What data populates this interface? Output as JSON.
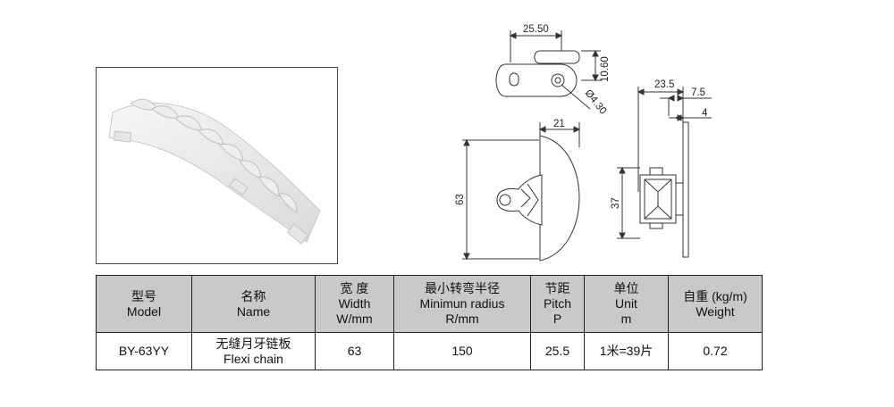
{
  "dimensions": {
    "top_length": "25.50",
    "top_height": "10.60",
    "hole_dia": "Ø4.30",
    "overall_depth": "23.5",
    "tab_width": "7.5",
    "tab_thickness": "4",
    "side_width": "21",
    "height_63": "63",
    "height_37": "37"
  },
  "table": {
    "headers": [
      {
        "cn": "型号",
        "en": "Model",
        "en2": ""
      },
      {
        "cn": "名称",
        "en": "Name",
        "en2": ""
      },
      {
        "cn": "宽 度",
        "en": "Width",
        "en2": "W/mm"
      },
      {
        "cn": "最小转弯半径",
        "en": "Minimun radius",
        "en2": "R/mm"
      },
      {
        "cn": "节距",
        "en": "Pitch",
        "en2": "P"
      },
      {
        "cn": "单位",
        "en": "Unit",
        "en2": "m"
      },
      {
        "cn": "自重 (kg/m)",
        "en": "Weight",
        "en2": ""
      }
    ],
    "row": {
      "model": "BY-63YY",
      "name_cn": "无缝月牙链板",
      "name_en": "Flexi chain",
      "width": "63",
      "radius": "150",
      "pitch": "25.5",
      "unit": "1米=39片",
      "weight": "0.72"
    }
  }
}
